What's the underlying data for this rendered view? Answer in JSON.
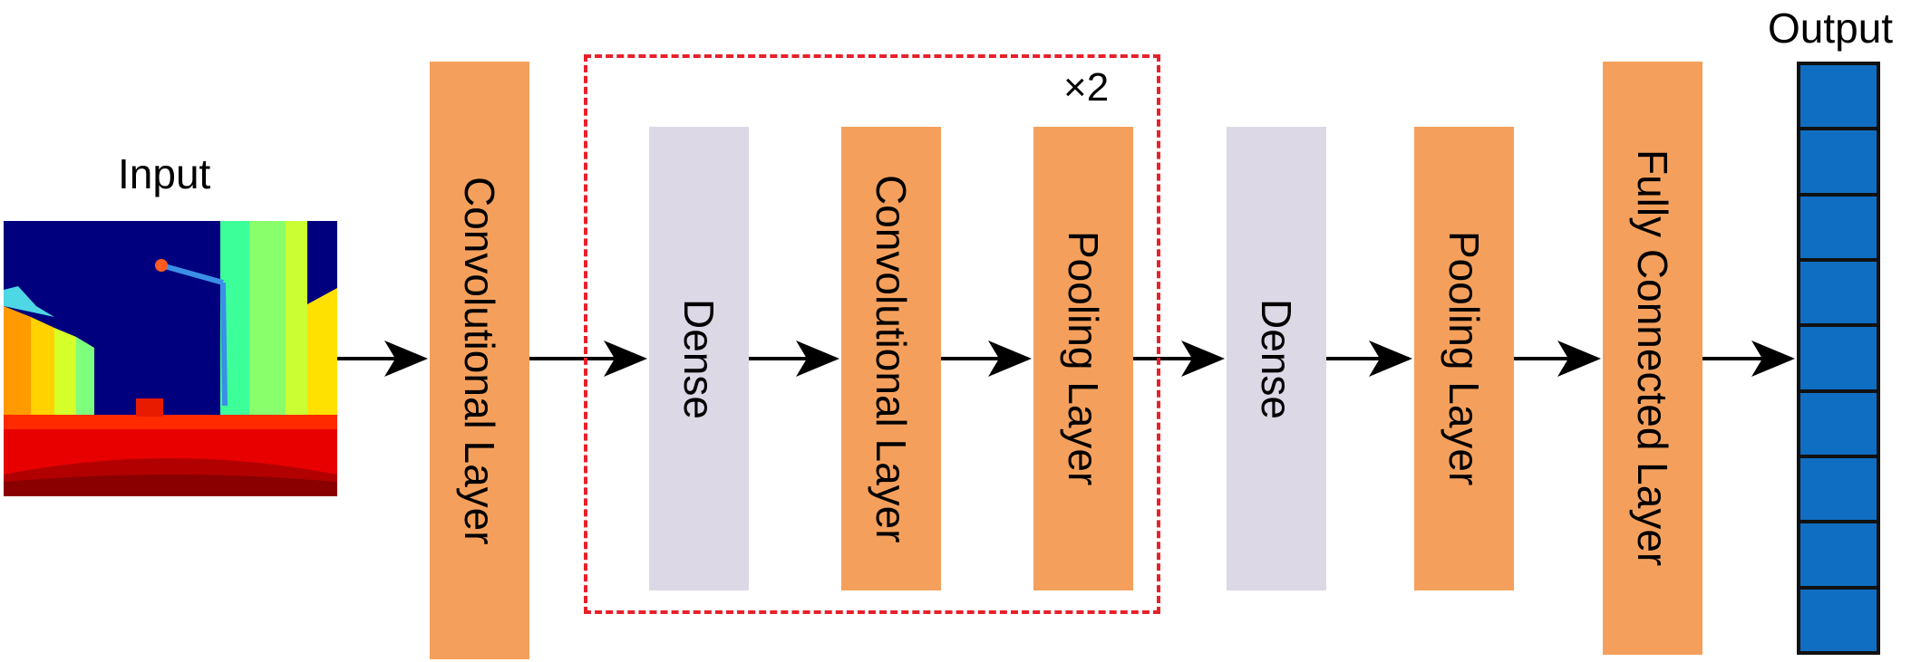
{
  "input": {
    "label": "Input"
  },
  "output": {
    "label": "Output",
    "cells": 9
  },
  "repeat": {
    "label": "×2"
  },
  "blocks": [
    {
      "label": "Convolutional Layer",
      "color": "#f4a05c"
    },
    {
      "label": "Dense",
      "color": "#dcd8e6"
    },
    {
      "label": "Convolutional Layer",
      "color": "#f4a05c"
    },
    {
      "label": "Pooling Layer",
      "color": "#f4a05c"
    },
    {
      "label": "Dense",
      "color": "#dcd8e6"
    },
    {
      "label": "Pooling Layer",
      "color": "#f4a05c"
    },
    {
      "label": "Fully Connected Layer",
      "color": "#f4a05c"
    }
  ],
  "colors": {
    "repeat_border": "#e8202a",
    "output_cell": "#0f6ec2"
  }
}
